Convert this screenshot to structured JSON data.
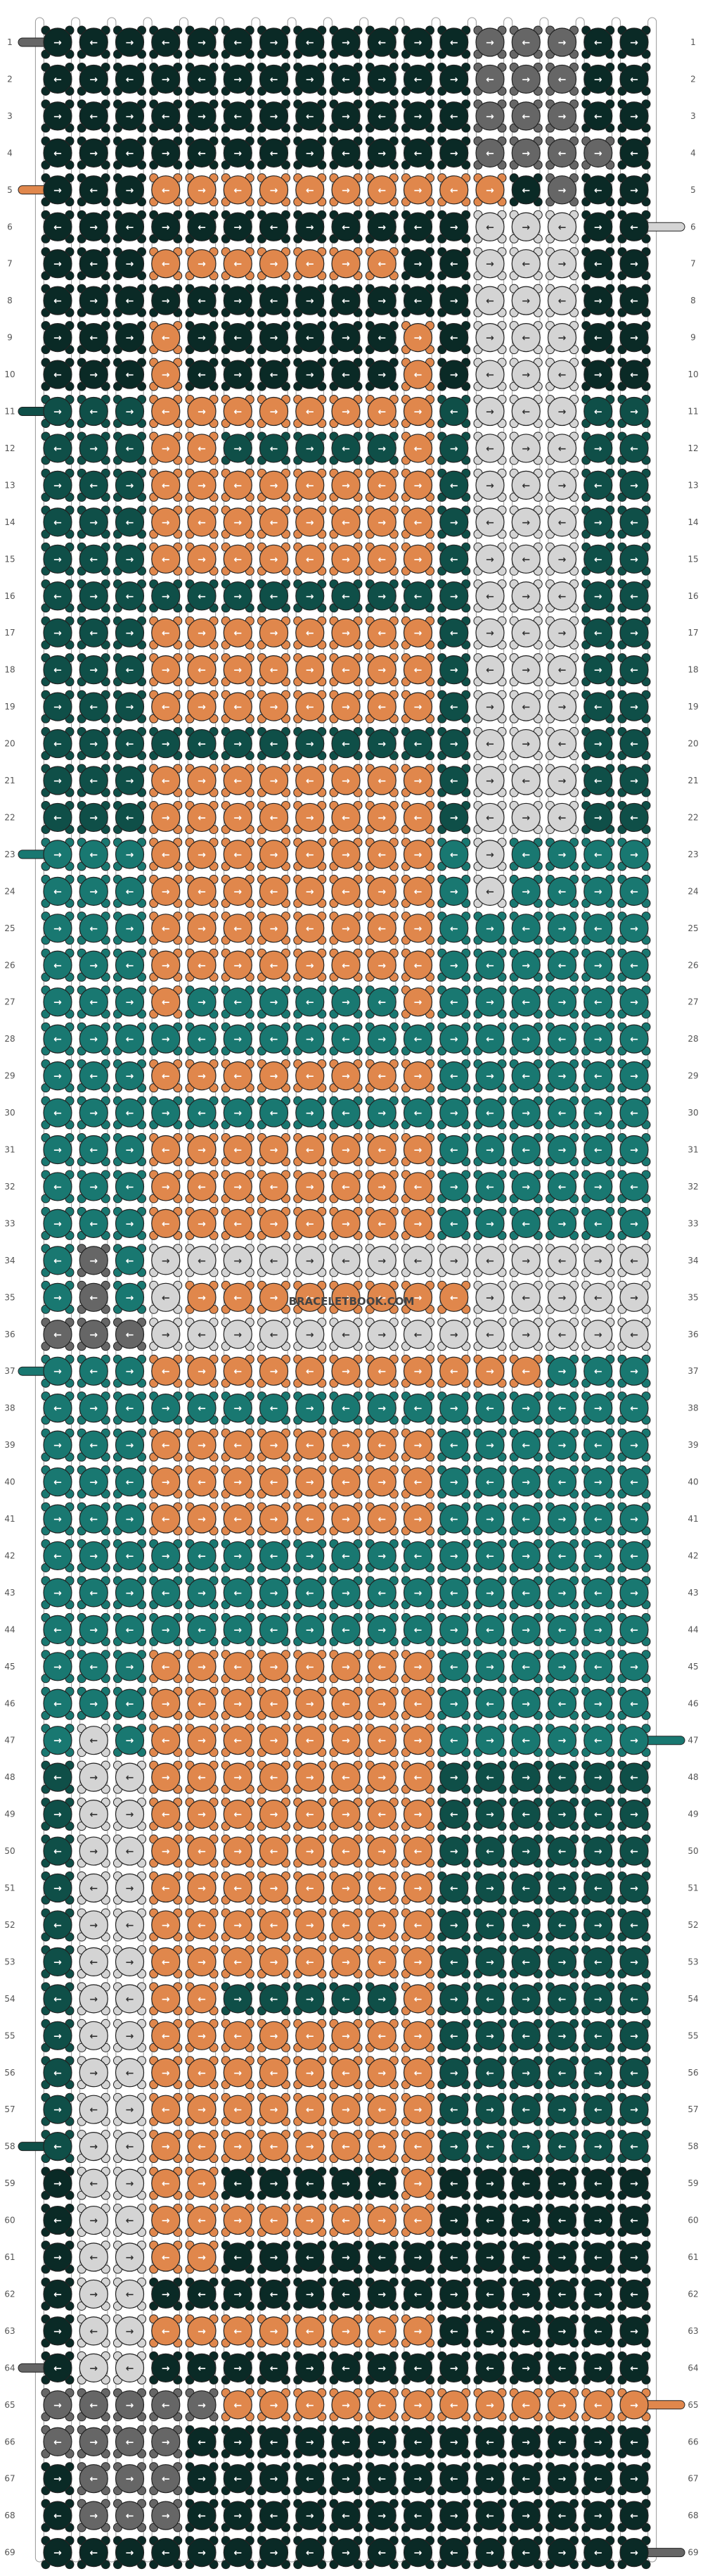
{
  "pattern": {
    "watermark": "BRACELETBOOK.COM",
    "row_count": 69,
    "knot_columns": 17,
    "strings": 18,
    "colors": {
      "A": "#0a2a26",
      "B": "#0f4f48",
      "C": "#197871",
      "O": "#e0874c",
      "G": "#d4d4d4",
      "D": "#666666"
    },
    "grid": [
      "AAAAAAAAAAAADDDAA",
      "AAAAAAAAAAAADDDAA",
      "AAAAAAAAAAAADDDAA",
      "AAAAAAAAAAAADDDDA",
      "AAAOOOOOOOOOOADAA",
      "AAAAAAAAAAAAGGGAA",
      "AAAOOOOOOOAAGGGAA",
      "AAAAAAAAAAAAGGGAA",
      "AAAOAAAAAAOAGGGAA",
      "AAAOAAAAAAOAGGGAA",
      "BBBOOOOOOOOBGGGBB",
      "BBBOOBBBBBOBGGGBB",
      "BBBOOOOOOOOBGGGBB",
      "BBBOOOOOOOOBGGGBB",
      "BBBOOOOOOOOBGGGBB",
      "BBBBBBBBBBBBGGGBB",
      "BBBOOOOOOOOBGGGBB",
      "BBBOOOOOOOOBGGGBB",
      "BBBOOOOOOOOBGGGBB",
      "BBBBBBBBBBBBGGGBB",
      "BBBOOOOOOOOBGGGBB",
      "BBBOOOOOOOOBGGGBB",
      "CCCOOOOOOOOCGCCCC",
      "CCCOOOOOOOOCGCCCC",
      "CCCOOOOOOOOCCCCCC",
      "CCCOOOOOOOOCCCCCC",
      "CCCOCCCCCCOCCCCCC",
      "CCCCCCCCCCCCCCCCC",
      "CCCOOOOOOOOCCCCCC",
      "CCCCCCCCCCCCCCCCC",
      "CCCOOOOOOOOCCCCCC",
      "CCCOOOOOOOOCCCCCC",
      "CCCOOOOOOOOCCCCCC",
      "CDCGGGGGGGGGGGGGG",
      "CDCGOOOOOOOOGGGGG",
      "DDDGGGGGGGGGGGGGG",
      "CCCOOOOOOOOOOOCCC",
      "CCCCCCCCCCCCCCCCC",
      "CCCOOOOOOOOCCCCCC",
      "CCCOOOOOOOOCCCCCC",
      "CCCOOOOOOOOCCCCCC",
      "CCCCCCCCCCCCCCCCC",
      "CCCCCCCCCCCCCCCCC",
      "CCCCCCCCCCCCCCCCC",
      "CCCOOOOOOOOCCCCCC",
      "CCCOOOOOOOOCCCCCC",
      "CGCOOOOOOOOCCCCCC",
      "BGGOOOOOOOOBBBBBB",
      "BGGOOOOOOOOBBBBBB",
      "BGGOOOOOOOOBBBBBB",
      "BGGOOOOOOOOBBBBBB",
      "BGGOOOOOOOOBBBBBB",
      "BGGOOOOOOOOBBBBBB",
      "BGGOOBBBBBOBBBBBB",
      "BGGOOOOOOOOBBBBBB",
      "BGGOOOOOOOOBBBBBB",
      "BGGOOOOOOOOBBBBBB",
      "BGGOOOOOOOOBBBBBB",
      "AGGOOAAAAAOAAAAAA",
      "AGGOOOOOOOOAAAAAA",
      "AGGOOAAAAAAAAAAAA",
      "AGGAAAAAAAAAAAAAA",
      "AGGOOOOOOOOAAAAAA",
      "AGGAAAAAAAAAAAAAA",
      "DDDDDOOOOOOOOOOOO",
      "DDDDAAAAAAAAAAAAA",
      "ADDDAAAAAAAAAAAAA",
      "ADDDAAAAAAAAAAAAA",
      "AAAAAAAAAAAAAAAAA"
    ],
    "left_strings": {
      "1": "D",
      "5": "O",
      "11": "B",
      "23": "C",
      "37": "C",
      "58": "B",
      "64": "D"
    },
    "right_strings": {
      "6": "G",
      "47": "C",
      "65": "O",
      "69": "D"
    }
  }
}
